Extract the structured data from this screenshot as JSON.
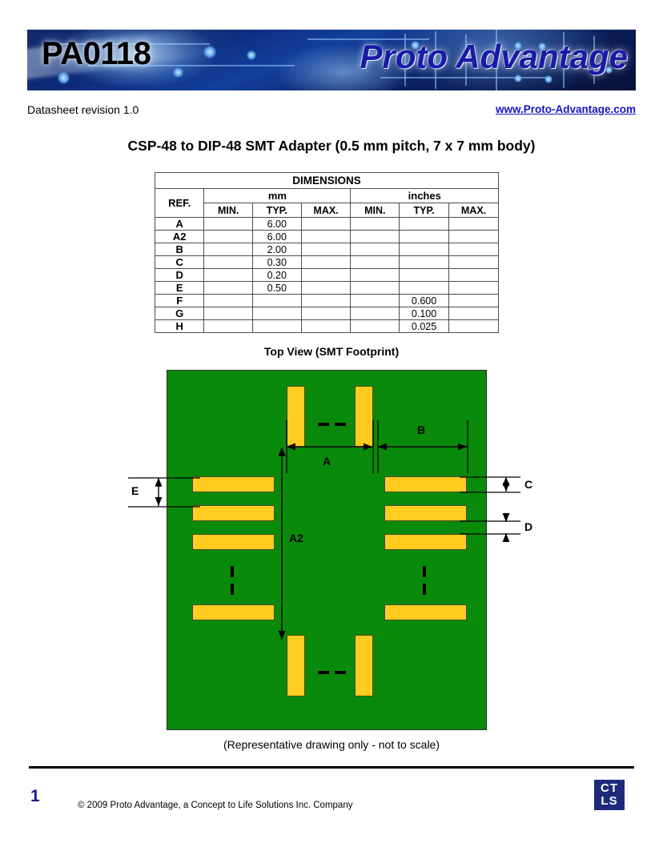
{
  "header": {
    "part_number": "PA0118",
    "brand": "Proto Advantage",
    "revision": "Datasheet revision 1.0",
    "website": "www.Proto-Advantage.com"
  },
  "title": "CSP-48 to DIP-48 SMT Adapter (0.5 mm pitch, 7 x 7 mm body)",
  "table": {
    "title": "DIMENSIONS",
    "ref_header": "REF.",
    "unit_groups": [
      "mm",
      "inches"
    ],
    "sub_headers": [
      "MIN.",
      "TYP.",
      "MAX.",
      "MIN.",
      "TYP.",
      "MAX."
    ],
    "rows": [
      {
        "ref": "A",
        "mm_min": "",
        "mm_typ": "6.00",
        "mm_max": "",
        "in_min": "",
        "in_typ": "",
        "in_max": ""
      },
      {
        "ref": "A2",
        "mm_min": "",
        "mm_typ": "6.00",
        "mm_max": "",
        "in_min": "",
        "in_typ": "",
        "in_max": ""
      },
      {
        "ref": "B",
        "mm_min": "",
        "mm_typ": "2.00",
        "mm_max": "",
        "in_min": "",
        "in_typ": "",
        "in_max": ""
      },
      {
        "ref": "C",
        "mm_min": "",
        "mm_typ": "0.30",
        "mm_max": "",
        "in_min": "",
        "in_typ": "",
        "in_max": ""
      },
      {
        "ref": "D",
        "mm_min": "",
        "mm_typ": "0.20",
        "mm_max": "",
        "in_min": "",
        "in_typ": "",
        "in_max": ""
      },
      {
        "ref": "E",
        "mm_min": "",
        "mm_typ": "0.50",
        "mm_max": "",
        "in_min": "",
        "in_typ": "",
        "in_max": ""
      },
      {
        "ref": "F",
        "mm_min": "",
        "mm_typ": "",
        "mm_max": "",
        "in_min": "",
        "in_typ": "0.600",
        "in_max": ""
      },
      {
        "ref": "G",
        "mm_min": "",
        "mm_typ": "",
        "mm_max": "",
        "in_min": "",
        "in_typ": "0.100",
        "in_max": ""
      },
      {
        "ref": "H",
        "mm_min": "",
        "mm_typ": "",
        "mm_max": "",
        "in_min": "",
        "in_typ": "0.025",
        "in_max": ""
      }
    ]
  },
  "drawing": {
    "caption": "Top View (SMT Footprint)",
    "note": "(Representative drawing only - not to scale)",
    "dimension_labels": {
      "a": "A",
      "a2": "A2",
      "b": "B",
      "c": "C",
      "d": "D",
      "e": "E"
    },
    "colors": {
      "board": "#0a8a0a",
      "pad": "#ffcc1f",
      "outline": "#2b2b2b"
    }
  },
  "footer": {
    "page_number": "1",
    "copyright": "© 2009 Proto Advantage, a Concept to Life Solutions Inc. Company",
    "logo_line1": "CT",
    "logo_line2": "LS"
  }
}
